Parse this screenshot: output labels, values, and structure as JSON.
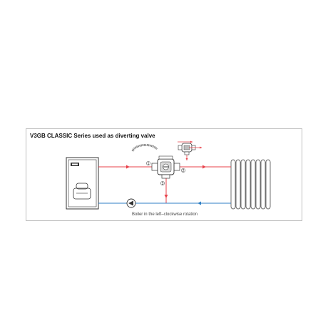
{
  "diagram": {
    "title": "V3GB CLASSIC Series used as diverting valve",
    "caption": "Boiler in the left–clockwise rotation",
    "ports": [
      "1",
      "2",
      "3"
    ],
    "colors": {
      "supply": "#e8414a",
      "return": "#2f7fc4",
      "line": "#333333",
      "frame": "#bfbfbf"
    },
    "icons": [
      "boiler-icon",
      "pump-icon",
      "radiator-icon",
      "diverting-valve-icon",
      "rotation-arc-icon",
      "valve-detail-icon"
    ]
  }
}
